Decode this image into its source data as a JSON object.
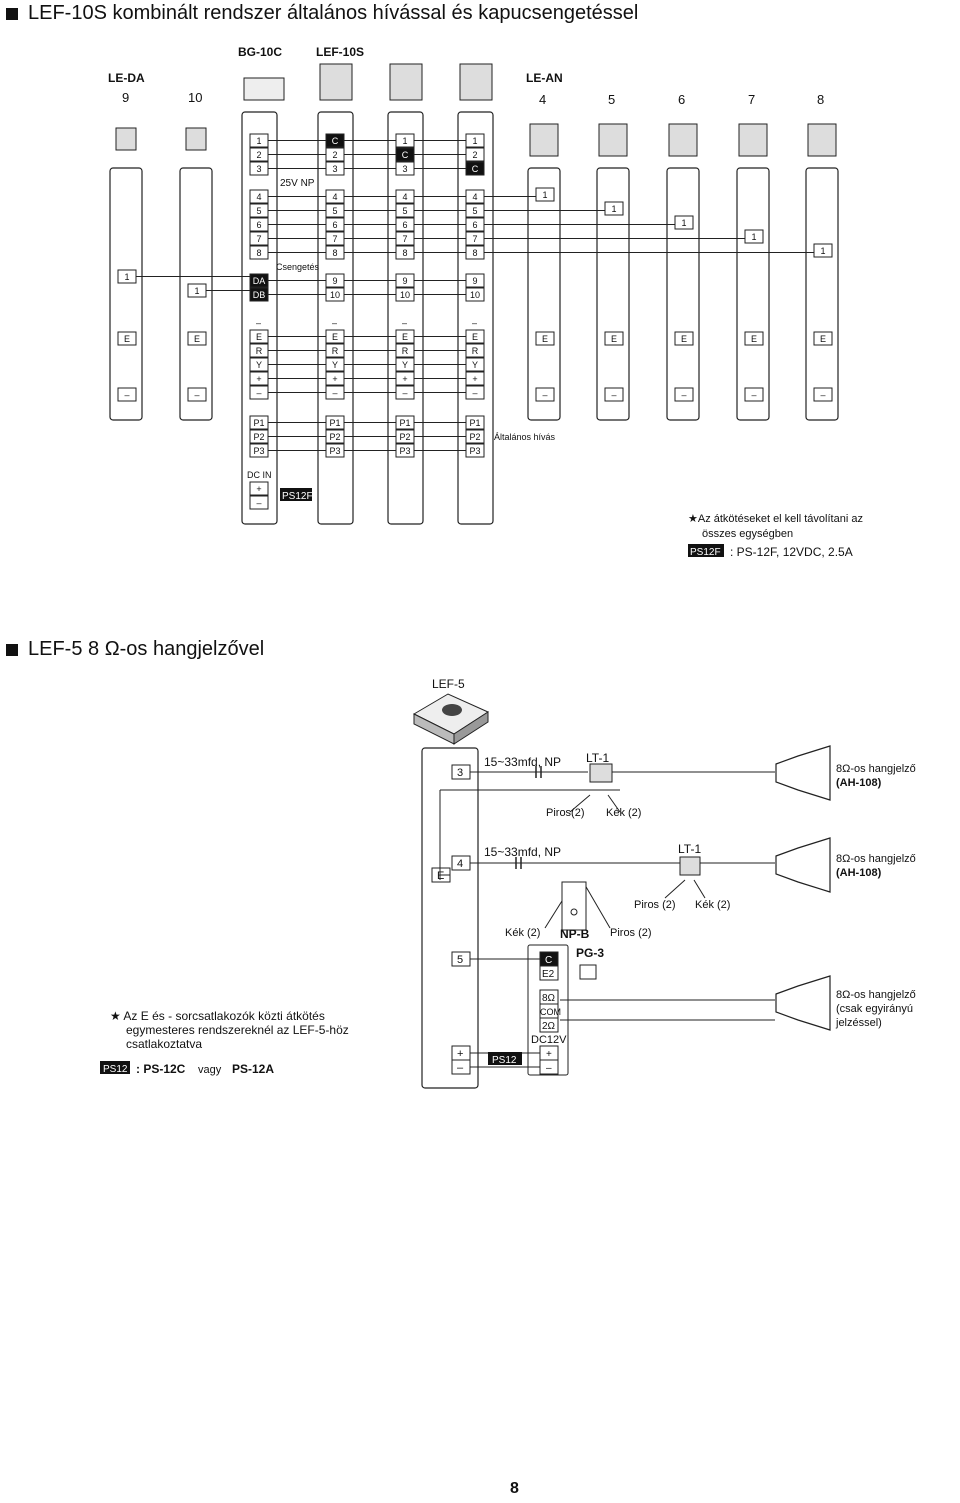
{
  "section1": {
    "title": "LEF-10S kombinált rendszer általános hívással és kapucsengetéssel",
    "labels": {
      "bg10c": "BG-10C",
      "lef10s": "LEF-10S",
      "leda": "LE-DA",
      "lean": "LE-AN",
      "np25v": "25V NP",
      "csengetes": "Csengetés",
      "altalanos": "Általános hívás",
      "ps12f_tag": "PS12F",
      "dcin": "DC IN"
    },
    "leda_numbers": [
      "9",
      "10"
    ],
    "lean_numbers": [
      "4",
      "5",
      "6",
      "7",
      "8"
    ],
    "bg10c_terminals": [
      "1",
      "2",
      "3",
      "",
      "4",
      "5",
      "6",
      "7",
      "8",
      "",
      "DA",
      "DB"
    ],
    "lef10s_terminals": [
      [
        "C",
        "2",
        "3",
        "4",
        "5",
        "6",
        "7",
        "8",
        "9",
        "10"
      ],
      [
        "1",
        "C",
        "3",
        "4",
        "5",
        "6",
        "7",
        "8",
        "9",
        "10"
      ],
      [
        "1",
        "2",
        "C",
        "4",
        "5",
        "6",
        "7",
        "8",
        "9",
        "10"
      ]
    ],
    "power_terminals": [
      "E",
      "R",
      "Y",
      "+",
      "–"
    ],
    "p_terminals": [
      "P1",
      "P2",
      "P3"
    ],
    "station_terminals": [
      "1",
      "E",
      "–"
    ],
    "note1": "★Az átkötéseket el kell távolítani az",
    "note2": "összes egységben",
    "ps_tag": "PS12F",
    "ps_spec": ": PS-12F, 12VDC, 2.5A"
  },
  "section2": {
    "title": "LEF-5 8 Ω-os hangjelzővel",
    "labels": {
      "lef5": "LEF-5",
      "cap1": "15~33mfd, NP",
      "cap2": "15~33mfd, NP",
      "lt1a": "LT-1",
      "lt1b": "LT-1",
      "piros1": "Piros(2)",
      "kek1": "Kék (2)",
      "piros2": "Piros (2)",
      "kek2": "Kék (2)",
      "kek3": "Kék (2)",
      "piros3": "Piros (2)",
      "npb": "NP-B",
      "pg3": "PG-3",
      "sp1a": "8Ω-os hangjelző",
      "sp1b": "(AH-108)",
      "sp2a": "8Ω-os hangjelző",
      "sp2b": "(AH-108)",
      "sp3a": "8Ω-os hangjelző",
      "sp3b": "(csak egyirányú",
      "sp3c": "jelzéssel)",
      "t3": "3",
      "t4": "4",
      "t5": "5",
      "tE": "E",
      "tC": "C",
      "tE2": "E2",
      "t8": "8Ω",
      "tCOM": "COM",
      "t2": "2Ω",
      "dc12v": "DC12V",
      "plus": "+",
      "minus": "–",
      "ps12": "PS12"
    },
    "note1": "★ Az E és - sorcsatlakozók közti átkötés",
    "note2": "egymesteres rendszereknél az LEF-5-höz",
    "note3": "csatlakoztatva",
    "ps_tag": "PS12",
    "ps_spec1": ": PS-12C",
    "ps_spec_or": "vagy",
    "ps_spec2": "PS-12A"
  },
  "page_number": "8"
}
